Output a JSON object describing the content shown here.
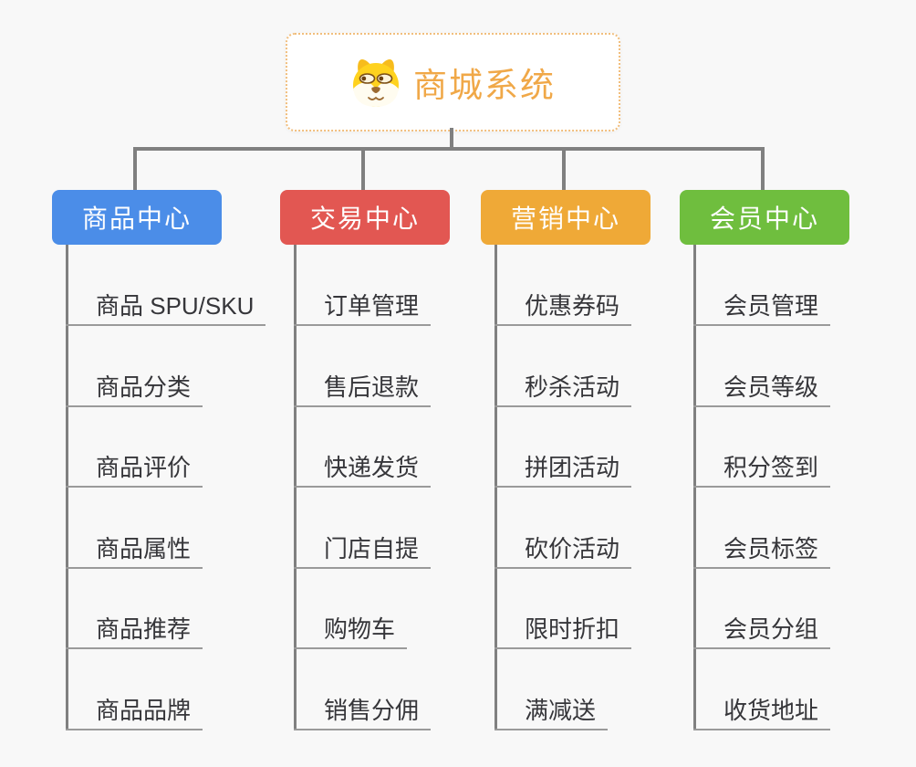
{
  "page": {
    "background": "#F8F8F8"
  },
  "colors": {
    "connector": "#808080",
    "underline": "#9A9A9A",
    "root_accent": "#F0A848",
    "root_border": "#F1BE7D"
  },
  "root": {
    "title": "商城系统",
    "icon": "shiba-dog-icon"
  },
  "branches": [
    {
      "label": "商品中心",
      "color": "#4B8DE8",
      "items": [
        "商品 SPU/SKU",
        "商品分类",
        "商品评价",
        "商品属性",
        "商品推荐",
        "商品品牌"
      ]
    },
    {
      "label": "交易中心",
      "color": "#E25752",
      "items": [
        "订单管理",
        "售后退款",
        "快递发货",
        "门店自提",
        "购物车",
        "销售分佣"
      ]
    },
    {
      "label": "营销中心",
      "color": "#EFA937",
      "items": [
        "优惠券码",
        "秒杀活动",
        "拼团活动",
        "砍价活动",
        "限时折扣",
        "满减送"
      ]
    },
    {
      "label": "会员中心",
      "color": "#6FBE3E",
      "items": [
        "会员管理",
        "会员等级",
        "积分签到",
        "会员标签",
        "会员分组",
        "收货地址"
      ]
    }
  ]
}
